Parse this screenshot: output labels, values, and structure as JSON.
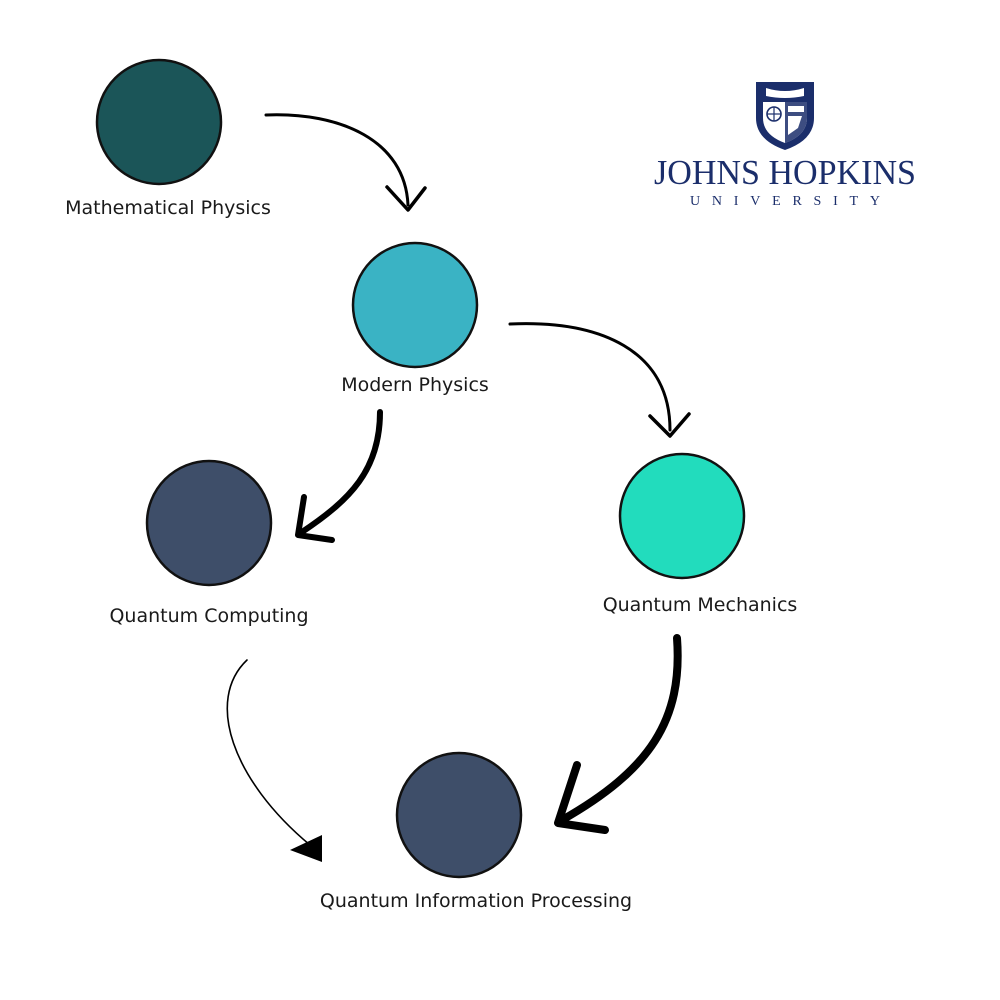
{
  "nodes": {
    "mathematical_physics": {
      "label": "Mathematical Physics",
      "color": "#1b5558"
    },
    "modern_physics": {
      "label": "Modern Physics",
      "color": "#3ab3c4"
    },
    "quantum_computing": {
      "label": "Quantum Computing",
      "color": "#3e4e69"
    },
    "quantum_mechanics": {
      "label": "Quantum Mechanics",
      "color": "#22dcbd"
    },
    "quantum_information_processing": {
      "label": "Quantum Information Processing",
      "color": "#3e4e69"
    }
  },
  "edges": [
    {
      "from": "Mathematical Physics",
      "to": "Modern Physics"
    },
    {
      "from": "Modern Physics",
      "to": "Quantum Mechanics"
    },
    {
      "from": "Modern Physics",
      "to": "Quantum Computing"
    },
    {
      "from": "Quantum Mechanics",
      "to": "Quantum Information Processing"
    },
    {
      "from": "Quantum Computing",
      "to": "Quantum Information Processing"
    }
  ],
  "logo": {
    "name": "JOHNS HOPKINS",
    "subtitle": "UNIVERSITY",
    "color": "#1b2e6b",
    "icon": "shield-crest-icon"
  }
}
